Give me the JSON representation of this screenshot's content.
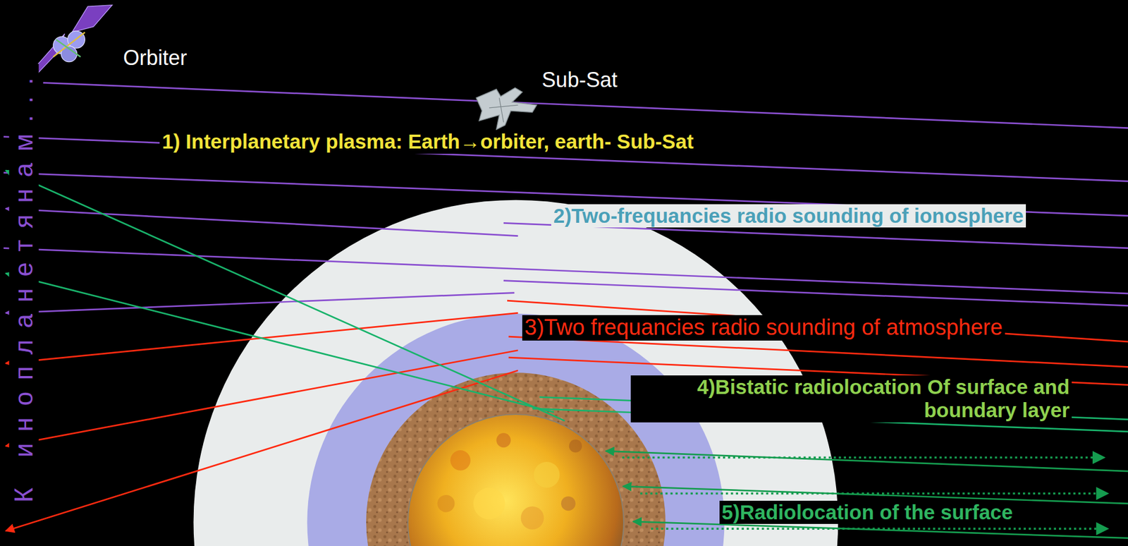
{
  "diagram": {
    "labels": [
      "Orbiter",
      "Sub-Sat",
      "1) Interplanetary plasma: Earth→orbiter, earth- Sub-Sat",
      "2)Two-frequancies radio sounding of ionosphere",
      "3)Two frequancies radio sounding of atmosphere",
      "4)Bistatic radiolocation Of surface and boundary layer",
      "5)Radiolocation of the surface",
      "К инопланетянам..."
    ]
  }
}
